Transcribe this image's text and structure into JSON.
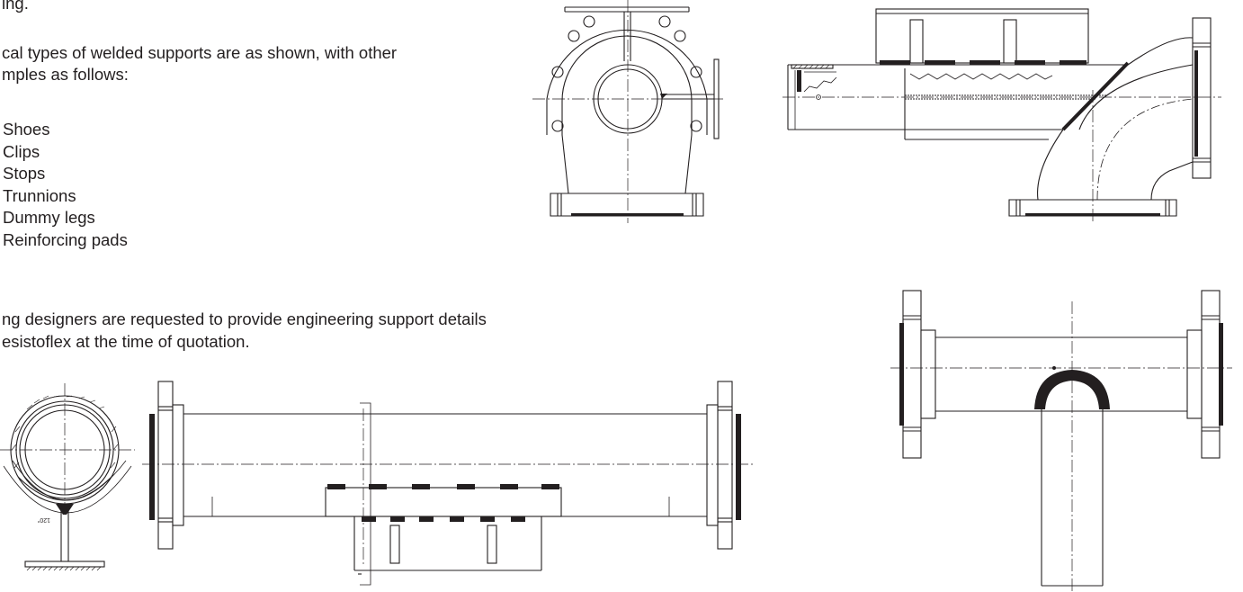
{
  "intro": {
    "line0": "ing.",
    "line1": "cal types of welded supports are as shown, with other",
    "line2": "mples as follows:"
  },
  "examples": [
    "Shoes",
    "Clips",
    "Stops",
    "Trunnions",
    "Dummy legs",
    "Reinforcing pads"
  ],
  "request": {
    "line1": "ng designers are requested to provide engineering support details",
    "line2": "esistoflex at the time of quotation."
  },
  "drawing_labels": {
    "angle_mark": "120°"
  }
}
